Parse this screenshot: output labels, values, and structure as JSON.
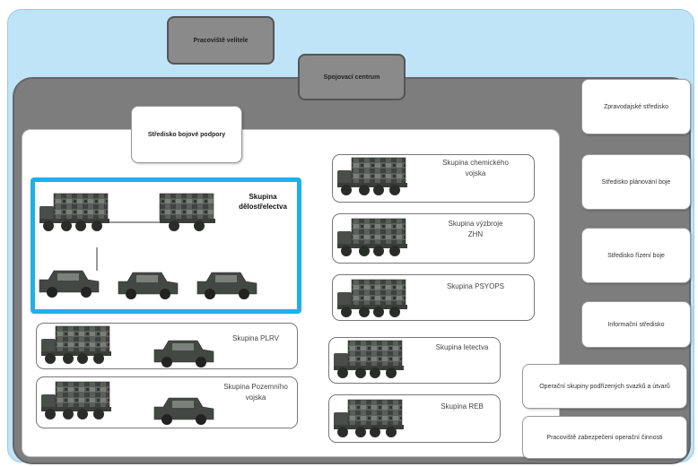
{
  "top": {
    "title_box": "Pracoviště velitele",
    "center_box": "Spojovací centrum"
  },
  "inner": {
    "header_box": "Středisko bojové podpory"
  },
  "right_panel": {
    "items": [
      "Zpravodajské středisko",
      "Středisko plánování boje",
      "Středisko řízení boje",
      "Informační středisko"
    ]
  },
  "bottom_right": {
    "items": [
      "Operační skupiny podřízených svazků a útvarů",
      "Pracoviště zabezpečení operační činnosti"
    ]
  },
  "groups": {
    "selected": "Skupina dělostřelectva",
    "plrv": "Skupina PLRV",
    "pozemni": "Skupina Pozemního vojska",
    "chemicke": "Skupina chemického vojska",
    "zhn": "Skupina výzbroje ZHN",
    "psyops": "Skupina PSYOPS",
    "letectvo": "Skupina letectva",
    "reb": "Skupina REB"
  }
}
